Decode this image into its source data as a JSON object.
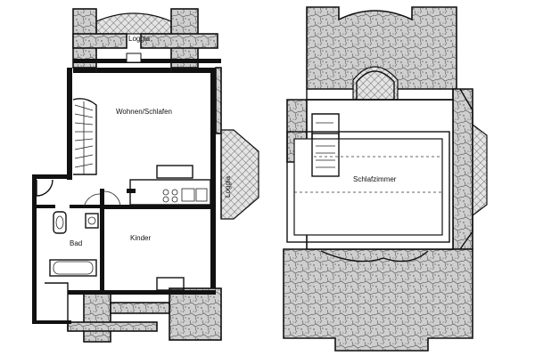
{
  "rooms": {
    "loggia_top": "Loggia",
    "wohnen": "Wohnen/Schlafen",
    "loggia_side": "Loggia",
    "bad": "Bad",
    "kinder": "Kinder",
    "schlafzimmer": "Schlafzimmer"
  }
}
